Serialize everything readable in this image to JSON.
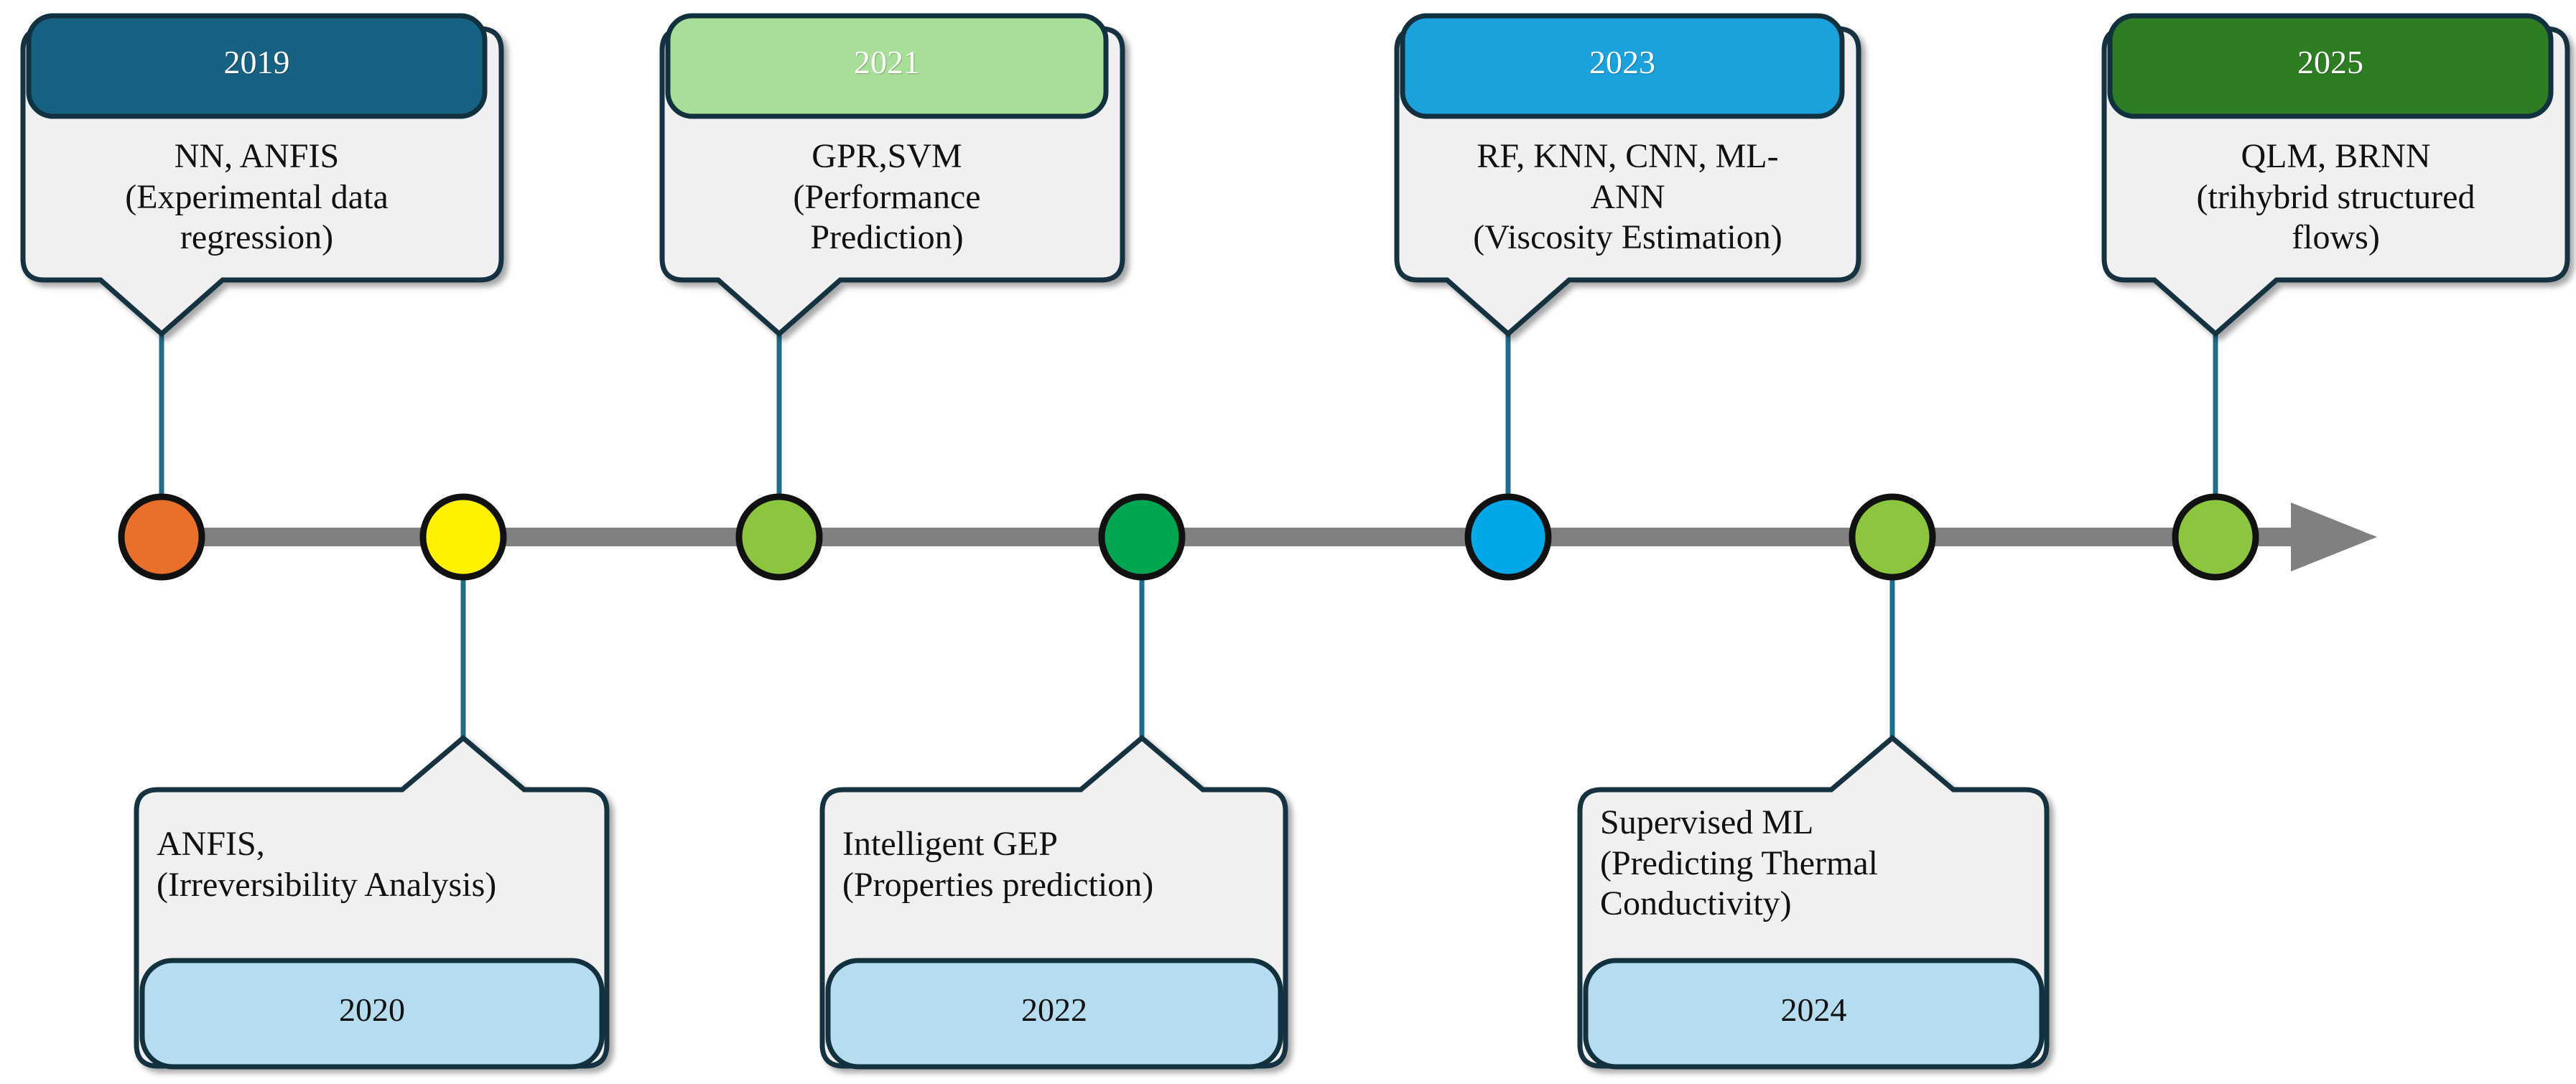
{
  "diagram": {
    "type": "horizontal-timeline",
    "orientation": "left-to-right",
    "background_color": "#FFFFFF",
    "axis": {
      "color": "#808080",
      "arrow_direction": "right",
      "node_count": 7
    },
    "card_body_fill": "#F0F0F0",
    "card_border_color": "#12313F",
    "connector_color": "#1F6D8C"
  },
  "top_cards": [
    {
      "year": "2019",
      "header_color": "#176183",
      "methods": "NN, ANFIS",
      "application": "(Experimental data regression)",
      "lines": [
        "NN, ANFIS",
        "(Experimental data",
        "regression)"
      ],
      "node_color": "#E8702A"
    },
    {
      "year": "2021",
      "header_color": "#A8DF98",
      "methods": "GPR,SVM",
      "application": "(Performance Prediction)",
      "lines": [
        "GPR,SVM",
        "(Performance",
        "Prediction)"
      ],
      "node_color": "#8CC63F"
    },
    {
      "year": "2023",
      "header_color": "#1BA1DC",
      "methods": "RF, KNN, CNN, ML-ANN",
      "application": "(Viscosity Estimation)",
      "lines": [
        "RF, KNN, CNN, ML-",
        "ANN",
        "(Viscosity Estimation)"
      ],
      "node_color": "#00A8E8"
    },
    {
      "year": "2025",
      "header_color": "#2E7D24",
      "methods": "QLM, BRNN",
      "application": "(trihybrid structured flows)",
      "lines": [
        "QLM, BRNN",
        "(trihybrid structured",
        "flows)"
      ],
      "node_color": "#8CC63F"
    }
  ],
  "bottom_cards": [
    {
      "year": "2020",
      "footer_color": "#B6DCF0",
      "methods": "ANFIS,",
      "application": "(Irreversibility Analysis)",
      "lines": [
        "ANFIS,",
        "(Irreversibility Analysis)"
      ],
      "node_color": "#FFF200"
    },
    {
      "year": "2022",
      "footer_color": "#B6DCF0",
      "methods": "Intelligent GEP",
      "application": "(Properties prediction)",
      "lines": [
        "Intelligent GEP",
        "(Properties prediction)"
      ],
      "node_color": "#00A651"
    },
    {
      "year": "2024",
      "footer_color": "#B6DCF0",
      "methods": "Supervised ML",
      "application": "(Predicting Thermal Conductivity)",
      "lines": [
        "Supervised ML",
        "(Predicting Thermal",
        "Conductivity)"
      ],
      "node_color": "#8CC63F"
    }
  ],
  "timeline_nodes": [
    {
      "year": "2019",
      "color": "#E8702A",
      "position": "above"
    },
    {
      "year": "2020",
      "color": "#FFF200",
      "position": "below"
    },
    {
      "year": "2021",
      "color": "#8CC63F",
      "position": "above"
    },
    {
      "year": "2022",
      "color": "#00A651",
      "position": "below"
    },
    {
      "year": "2023",
      "color": "#00A8E8",
      "position": "above"
    },
    {
      "year": "2024",
      "color": "#8CC63F",
      "position": "below"
    },
    {
      "year": "2025",
      "color": "#8CC63F",
      "position": "above"
    }
  ]
}
